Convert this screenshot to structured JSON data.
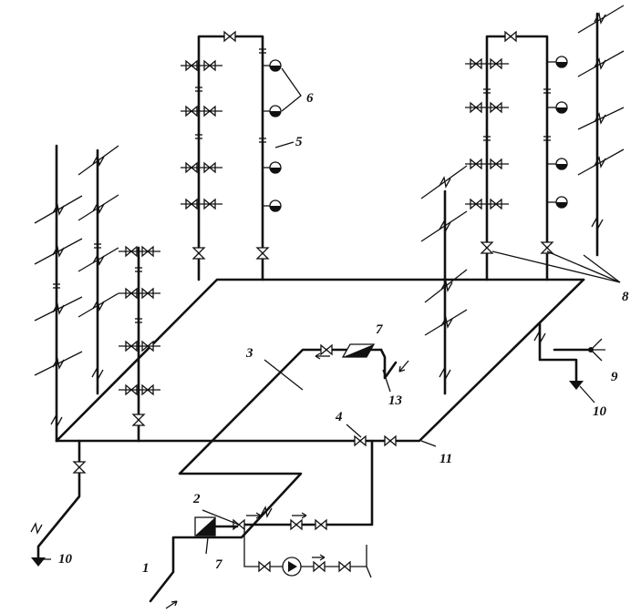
{
  "diagram": {
    "labels": {
      "l1": "1",
      "l2": "2",
      "l3": "3",
      "l4": "4",
      "l5": "5",
      "l6": "6",
      "l7a": "7",
      "l7b": "7",
      "l8": "8",
      "l9": "9",
      "l10a": "10",
      "l10b": "10",
      "l11": "11",
      "l13": "13"
    }
  }
}
